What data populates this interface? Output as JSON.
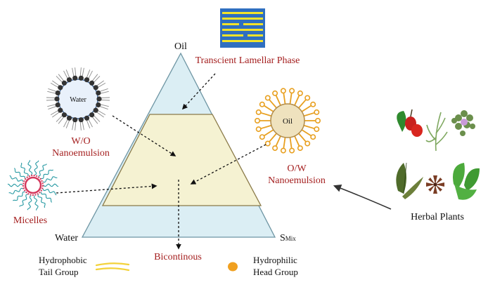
{
  "corners": {
    "top": "Oil",
    "left": "Water",
    "right_main": "S",
    "right_sub": "Mix"
  },
  "phases": {
    "lamellar": "Transcient Lamellar Phase",
    "wo_line1": "W/O",
    "wo_line2": "Nanoemulsion",
    "ow_line1": "O/W",
    "ow_line2": "Nanoemulsion",
    "micelles": "Micelles",
    "bicontinous": "Bicontinous"
  },
  "droplets": {
    "water_core": "Water",
    "oil_core": "Oil"
  },
  "legend": {
    "hydrophobic_line1": "Hydrophobic",
    "hydrophobic_line2": "Tail Group",
    "hydrophilic_line1": "Hydrophilic",
    "hydrophilic_line2": "Head Group"
  },
  "herbal": "Herbal Plants",
  "colors": {
    "phase_red": "#a41e1e",
    "triangle_blue": "#dbeef4",
    "band_yellow": "#f5f2d2",
    "head_orange": "#f0a020",
    "lamellar_blue": "#2f6fc0",
    "lamellar_yellow": "#f3e329"
  },
  "icons": [
    "lamellar-icon",
    "wo-droplet-icon",
    "ow-droplet-icon",
    "micelle-icon",
    "herbal-plants-icon",
    "tail-group-icon",
    "head-group-icon"
  ]
}
